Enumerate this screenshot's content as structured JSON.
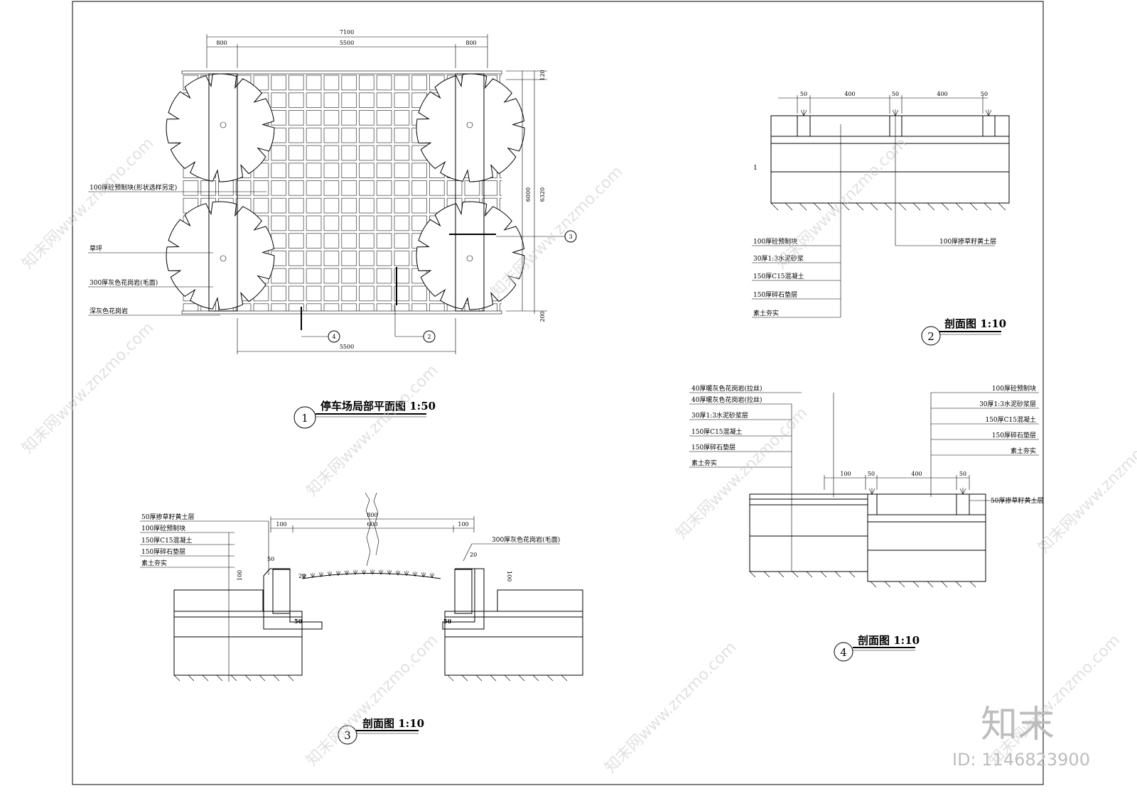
{
  "plan": {
    "title": "停车场局部平面图 1:50",
    "number": "1",
    "dims_top": [
      "7100",
      "800",
      "5500",
      "800"
    ],
    "dims_right": [
      "120",
      "6000",
      "6320",
      "200"
    ],
    "dim_bottom": "5500",
    "labels": [
      "100厚砼预制块(形状选样另定)",
      "草坪",
      "300厚灰色花岗岩(毛面)",
      "深灰色花岗岩"
    ],
    "markers": [
      "3",
      "4",
      "2"
    ]
  },
  "section2": {
    "title": "剖面图 1:10",
    "number": "2",
    "dims": [
      "50",
      "400",
      "50",
      "400",
      "50"
    ],
    "side_mark": "1",
    "labels_left": [
      "100厚砼预制块",
      "30厚1:3水泥砂浆",
      "150厚C15混凝土",
      "150厚碎石垫层",
      "素土夯实"
    ],
    "label_right": "100厚掺草籽黄土层"
  },
  "section3": {
    "title": "剖面图 1:10",
    "number": "3",
    "dims_top": [
      "800",
      "100",
      "600",
      "100"
    ],
    "dims_small": [
      "50",
      "100",
      "20",
      "20",
      "100",
      "50",
      "50"
    ],
    "labels_left": [
      "50厚掺草籽黄土层",
      "100厚砼预制块",
      "150厚C15混凝土",
      "150厚碎石垫层",
      "素土夯实"
    ],
    "label_right": "300厚灰色花岗岩(毛面)"
  },
  "section4": {
    "title": "剖面图 1:10",
    "number": "4",
    "dims": [
      "100",
      "50",
      "400",
      "50"
    ],
    "labels_left": [
      "40厚暖灰色花岗岩(拉丝)",
      "40厚暖灰色花岗岩(拉丝)",
      "30厚1:3水泥砂浆层",
      "150厚C15混凝土",
      "150厚碎石垫层",
      "素土夯实"
    ],
    "labels_right": [
      "100厚砼预制块",
      "30厚1:3水泥砂浆层",
      "150厚C15混凝土",
      "150厚碎石垫层",
      "素土夯实",
      "50厚掺草籽黄土层"
    ]
  },
  "watermark": {
    "logo": "知末",
    "id": "ID: 1146823900",
    "site": "知末网www.znzmo.com"
  }
}
